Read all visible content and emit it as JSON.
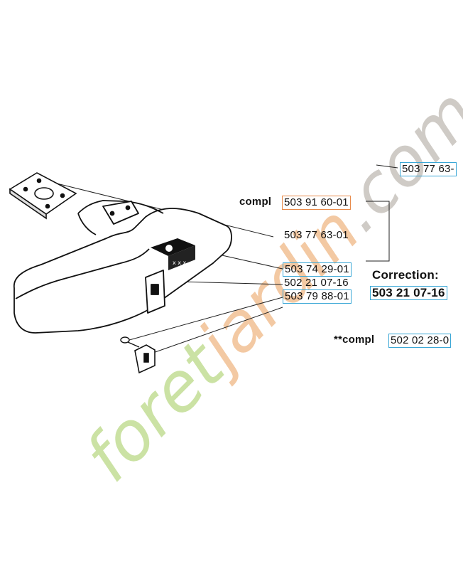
{
  "watermark": {
    "prefix": "foret",
    "middle": "jardin",
    "suffix": ".com",
    "colors": {
      "prefix": "#cbe2a4",
      "middle": "#f3c9a3",
      "suffix": "#cfcbc6"
    }
  },
  "labels": {
    "top_right_part": "503 77 63-",
    "compl_prefix": "compl",
    "assembly_part": "503 91 60-01",
    "guard_part": "503 77 63-01",
    "plate_part": "503 74 29-01",
    "screw_part": "502 21 07-16",
    "bracket_part": "503 79 88-01",
    "correction_title": "Correction:",
    "correction_part": "503 21 07-16",
    "compl_kit_prefix": "**compl",
    "kit_part": "502 02 28-0"
  },
  "colors": {
    "link_box": "#3aa7d6",
    "highlight_box": "#e88a4a"
  }
}
